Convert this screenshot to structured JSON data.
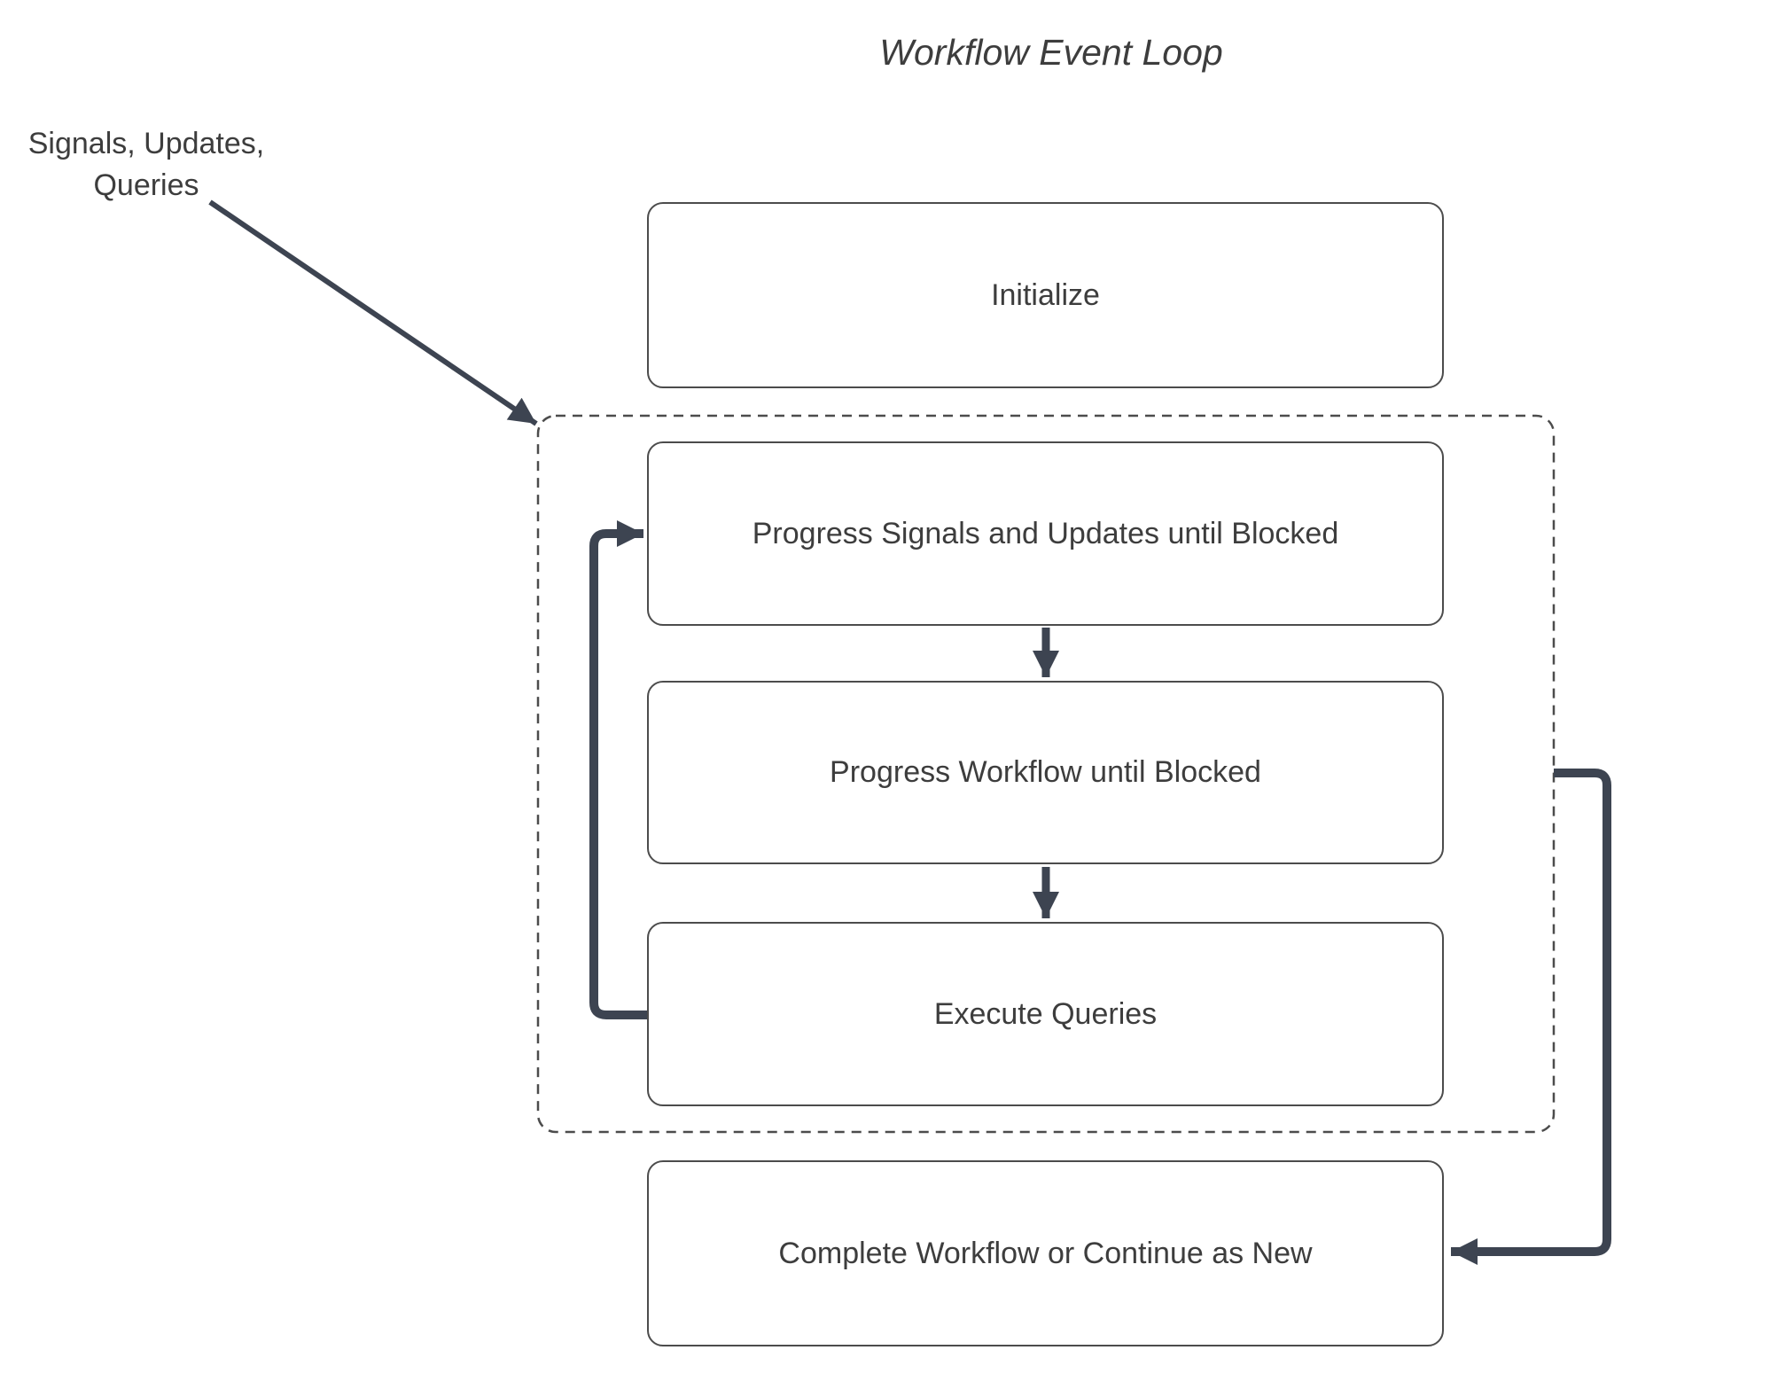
{
  "title": "Workflow Event Loop",
  "annotation": {
    "text": "Signals, Updates,\nQueries"
  },
  "nodes": {
    "initialize": {
      "label": "Initialize"
    },
    "progress_signals": {
      "label": "Progress Signals and Updates until Blocked"
    },
    "progress_workflow": {
      "label": "Progress Workflow until Blocked"
    },
    "execute_queries": {
      "label": "Execute Queries"
    },
    "complete": {
      "label": "Complete Workflow or Continue as New"
    }
  },
  "edges": [
    {
      "name": "signals-input",
      "from": "signals-updates-queries-label",
      "to": "event-loop-group",
      "style": "thin-diagonal-arrow"
    },
    {
      "name": "signals-to-workflow",
      "from": "progress_signals",
      "to": "progress_workflow",
      "style": "short-down-arrow"
    },
    {
      "name": "workflow-to-queries",
      "from": "progress_workflow",
      "to": "execute_queries",
      "style": "short-down-arrow"
    },
    {
      "name": "queries-loop-back",
      "from": "execute_queries",
      "to": "progress_signals",
      "style": "thick-elbow-arrow"
    },
    {
      "name": "event-loop-to-complete",
      "from": "event-loop-group",
      "to": "complete",
      "style": "thick-elbow-arrow"
    }
  ],
  "theme": {
    "background": "#ffffff",
    "connector": "#3d4451",
    "border": "#4c4c4c",
    "text": "#3d3d3d"
  }
}
